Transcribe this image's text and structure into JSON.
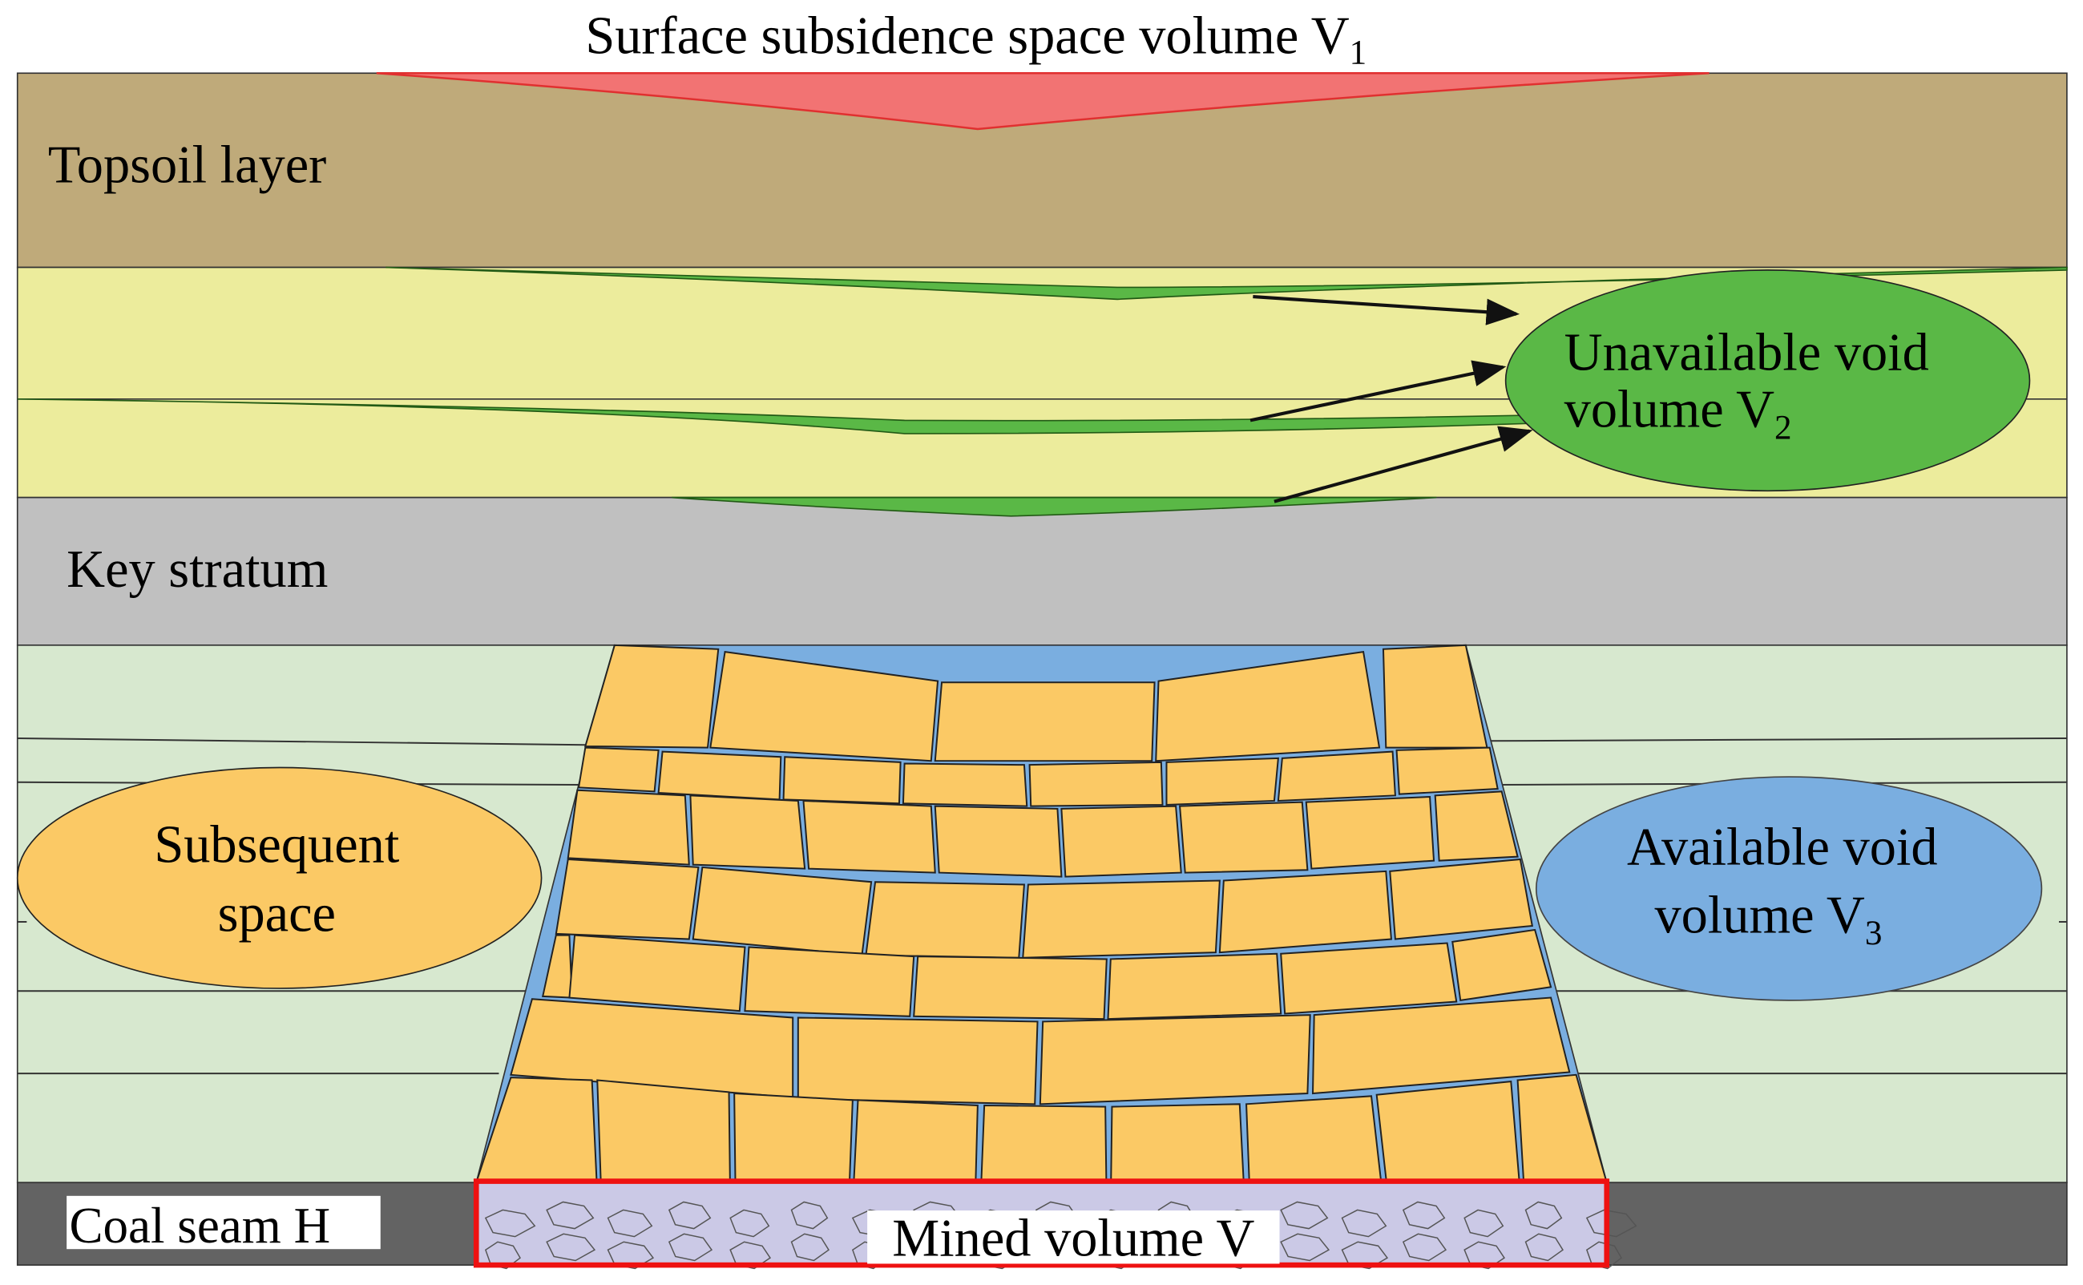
{
  "title": {
    "text": "Surface subsidence space volume V",
    "sub": "1"
  },
  "layers": {
    "topsoil": "Topsoil layer",
    "key_stratum": "Key stratum",
    "coal_seam": "Coal seam H"
  },
  "labels": {
    "unavailable_line1": "Unavailable void",
    "unavailable_line2": "volume  V",
    "unavailable_sub": "2",
    "subsequent_line1": "Subsequent",
    "subsequent_line2": "space",
    "available_line1": "Available void",
    "available_line2": "volume V",
    "available_sub": "3",
    "mined": "Mined volume V"
  },
  "colors": {
    "topsoil": "#bfaa7a",
    "yellow_strata": "#ecec9c",
    "key_stratum": "#c0c0c0",
    "lower_strata": "#d7e8cf",
    "coal_seam": "#636363",
    "rock_block": "#fbc965",
    "available_void": "#7aaee0",
    "unavailable_void": "#5ab846",
    "subsidence": "#f27373",
    "mined_area": "#cbc9e6",
    "mined_outline": "#ee1111"
  }
}
